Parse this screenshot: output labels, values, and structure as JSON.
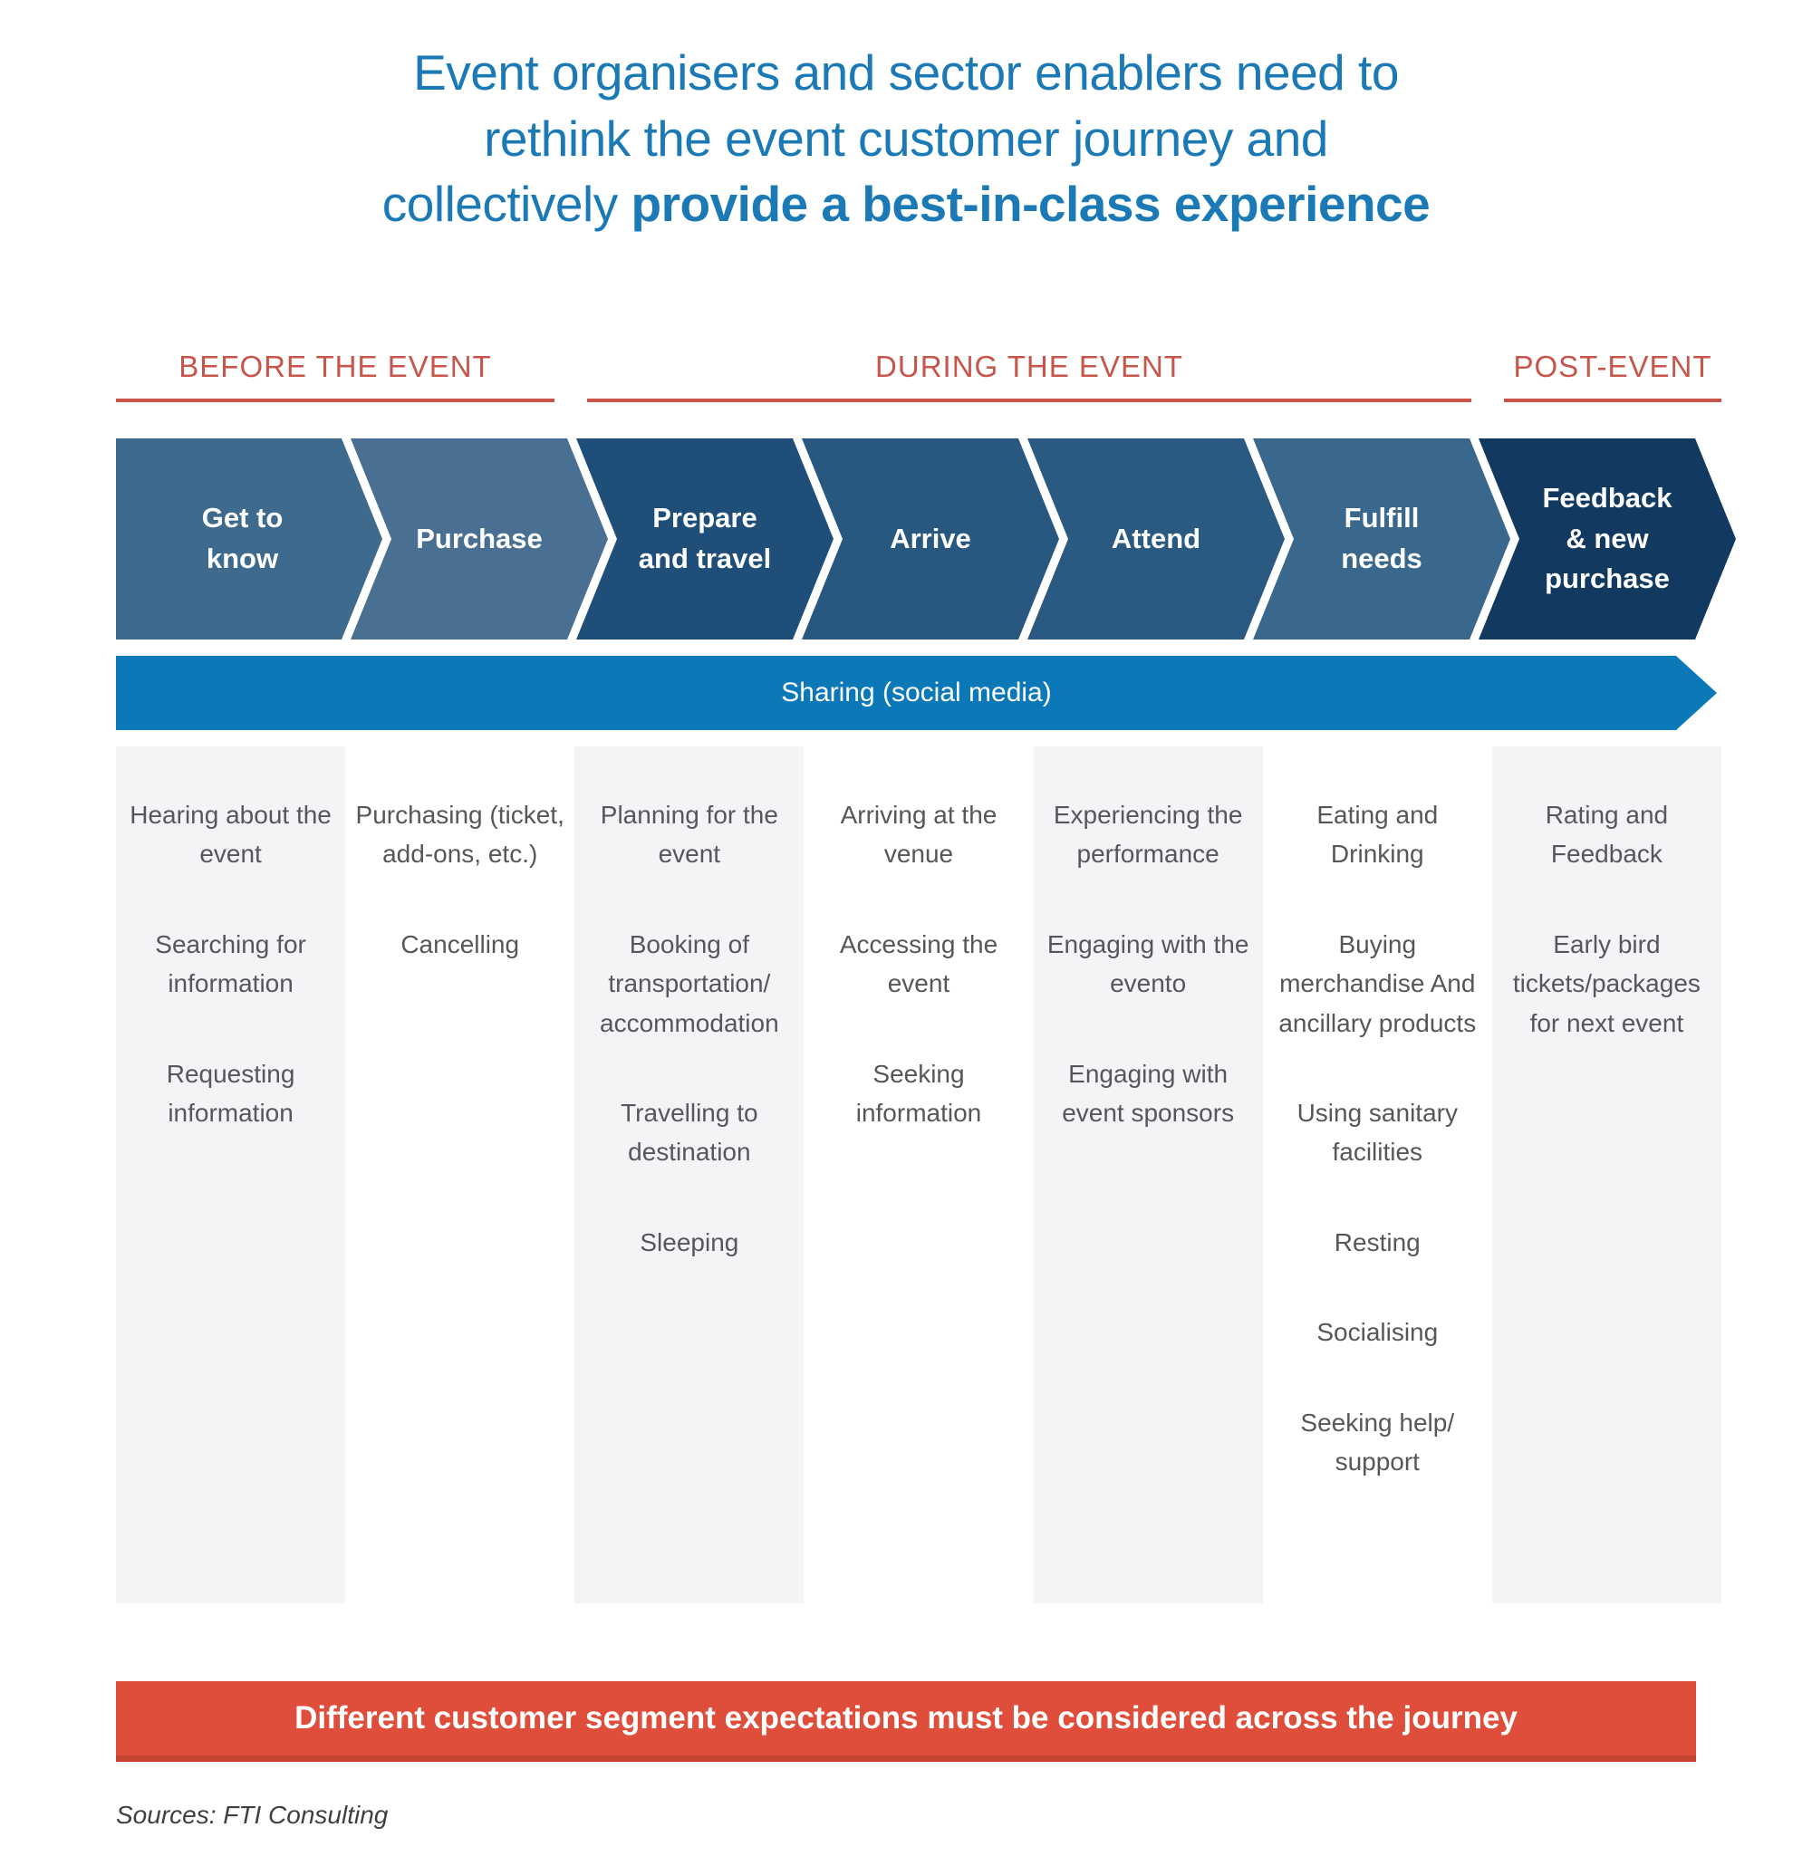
{
  "title": {
    "line1": "Event organisers and sector enablers need to",
    "line2": "rethink the event customer journey and",
    "line3_regular": "collectively ",
    "line3_bold": "provide a best-in-class experience",
    "color": "#1b7ab6"
  },
  "phases": [
    {
      "label": "BEFORE THE EVENT"
    },
    {
      "label": "DURING THE EVENT"
    },
    {
      "label": "POST-EVENT"
    }
  ],
  "phase_color": "#c8554a",
  "stages": [
    {
      "label_lines": [
        "Get to",
        "know"
      ],
      "color": "#3d6a8d"
    },
    {
      "label_lines": [
        "Purchase"
      ],
      "color": "#497092"
    },
    {
      "label_lines": [
        "Prepare",
        "and travel"
      ],
      "color": "#1f4e79"
    },
    {
      "label_lines": [
        "Arrive"
      ],
      "color": "#28587f"
    },
    {
      "label_lines": [
        "Attend"
      ],
      "color": "#2a5a81"
    },
    {
      "label_lines": [
        "Fulfill",
        "needs"
      ],
      "color": "#3a678c"
    },
    {
      "label_lines": [
        "Feedback",
        "& new",
        "purchase"
      ],
      "color": "#12395f"
    }
  ],
  "sharing_bar": {
    "label": "Sharing (social media)",
    "color": "#0b78b7"
  },
  "columns": [
    {
      "items": [
        "Hearing about the event",
        "Searching for information",
        "Requesting information"
      ]
    },
    {
      "items": [
        "Purchasing (ticket, add-ons, etc.)",
        "Cancelling"
      ]
    },
    {
      "items": [
        "Planning for the event",
        "Booking of transportation/ accommodation",
        "Travelling to destination",
        "Sleeping"
      ]
    },
    {
      "items": [
        "Arriving at the venue",
        "Accessing the event",
        "Seeking information"
      ]
    },
    {
      "items": [
        "Experiencing the performance",
        "Engaging with the evento",
        "Engaging with event sponsors"
      ]
    },
    {
      "items": [
        "Eating and Drinking",
        "Buying merchandise And ancillary products",
        "Using sanitary facilities",
        "Resting",
        "Socialising",
        "Seeking help/ support"
      ]
    },
    {
      "items": [
        "Rating and Feedback",
        "Early bird tickets/packages for next event"
      ]
    }
  ],
  "banner": {
    "text": "Different customer segment expectations must be considered across the journey",
    "color": "#de4e3b"
  },
  "source": "Sources: FTI Consulting"
}
